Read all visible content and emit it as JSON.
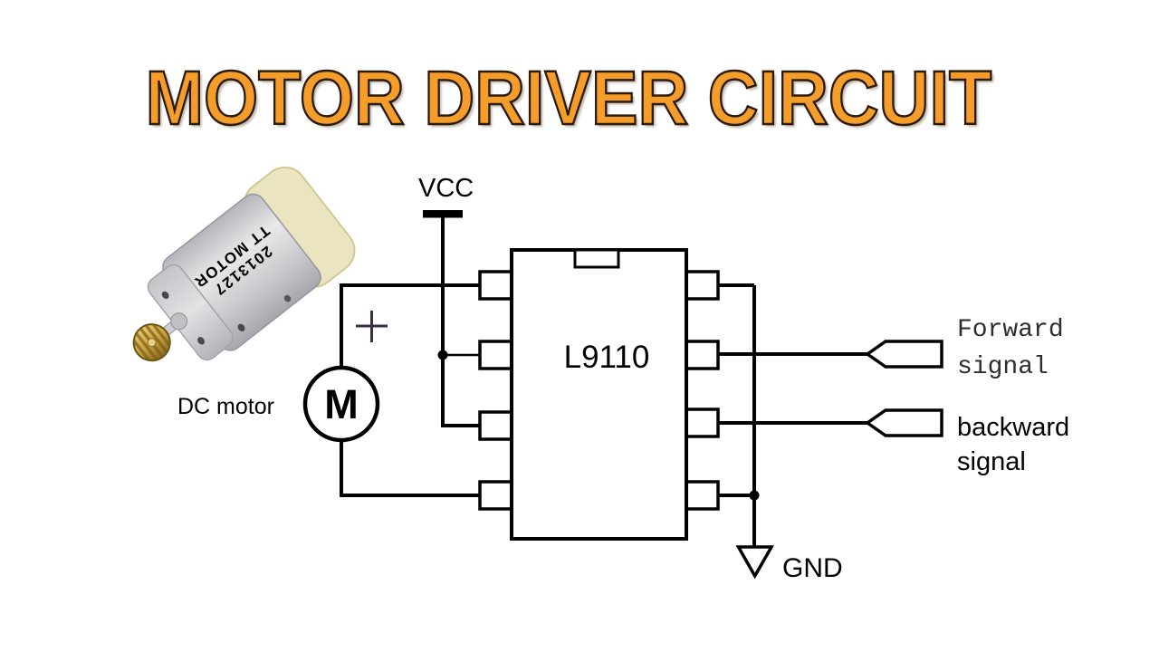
{
  "title": {
    "text": "MOTOR DRIVER CIRCUIT"
  },
  "palette": {
    "title_fill": "#F59D2B",
    "title_outline": "#2B1B0E",
    "wire_ink": "#000000",
    "plus_sign": "#3A2D4A",
    "forward_text": "#2E2E2E",
    "motor_body_silver": "#C7C7CB",
    "motor_cap_cream": "#EBE4C1",
    "gear_brass": "#C9A23F"
  },
  "photo": {
    "caption": "DC motor",
    "engraving_line1": "TT MOTOR",
    "engraving_line2": "2013127"
  },
  "schematic": {
    "ic_label": "L9110",
    "vcc_label": "VCC",
    "gnd_label": "GND",
    "motor_symbol": "M",
    "polarity": "+",
    "forward_signal": {
      "line1": "Forward",
      "line2": "signal"
    },
    "backward_signal": {
      "line1": "backward",
      "line2": "signal"
    }
  }
}
